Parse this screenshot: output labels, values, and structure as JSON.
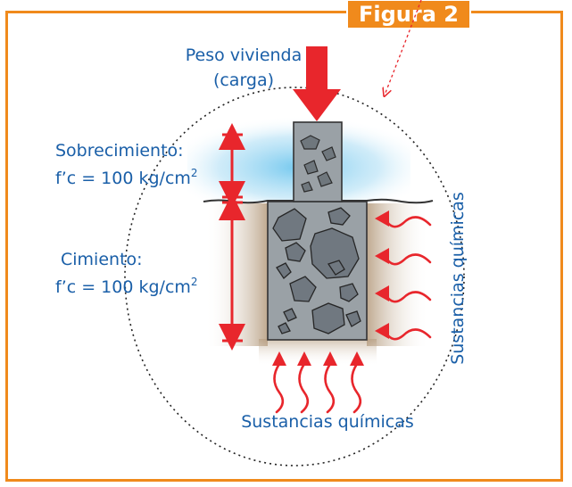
{
  "figure_label": "Figura 2",
  "load_label_line1": "Peso vivienda",
  "load_label_line2": "(carga)",
  "sobrecimiento": {
    "title": "Sobrecimiento:",
    "spec_prefix": "f’c = 100 kg/cm",
    "spec_sup": "2"
  },
  "cimiento": {
    "title": "Cimiento:",
    "spec_prefix": "f’c = 100 kg/cm",
    "spec_sup": "2"
  },
  "chemicals_bottom": "Sustancias químicas",
  "chemicals_side": "Sustancias químicas",
  "colors": {
    "frame": "#f08a1c",
    "text_blue": "#1a5fa8",
    "red": "#e8262c",
    "concrete": "#9aa1a6",
    "soil": "#bfa382",
    "sky": "#6ec6ee"
  },
  "icons": [
    "load-arrow-icon",
    "dimension-arrow-icon",
    "chemical-arrow-icon",
    "stone-icon"
  ]
}
